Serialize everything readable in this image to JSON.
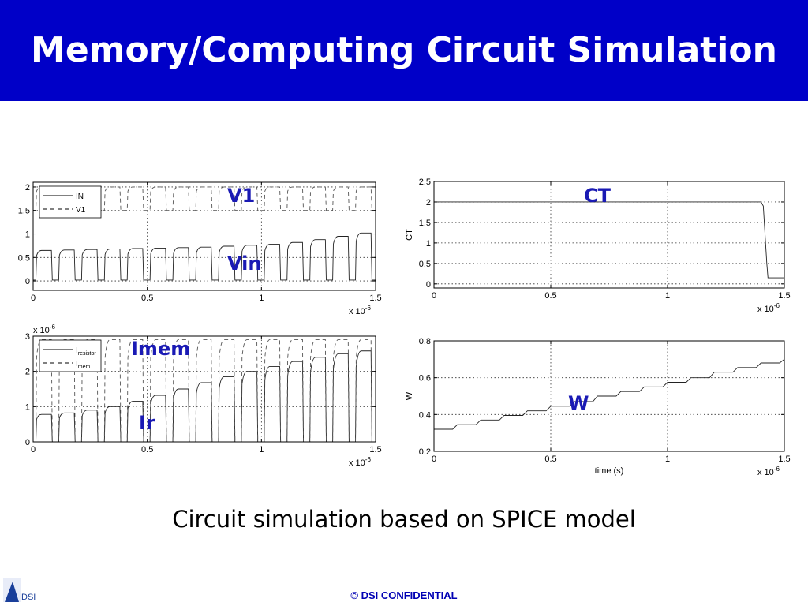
{
  "title": "Memory/Computing Circuit Simulation",
  "caption": "Circuit simulation based on SPICE model",
  "footer": "© DSI CONFIDENTIAL",
  "logo": {
    "text": "DSI"
  },
  "colors": {
    "title_background": "#0000c8",
    "annotation_text": "#1a1ab4",
    "footer_text": "#0000b4"
  },
  "chart_data": [
    {
      "type": "line",
      "xlim": [
        0,
        1.5
      ],
      "ylim": [
        -0.2,
        2.1
      ],
      "xticks": [
        "0",
        "0.5",
        "1",
        "1.5"
      ],
      "yticks": [
        "0",
        "0.5",
        "1",
        "1.5",
        "2"
      ],
      "x_multiplier": "x 10^-6",
      "grid": true,
      "legend_position": "top-left",
      "series": [
        {
          "name": "IN",
          "style": "solid",
          "description": "pulses",
          "pulse_count": 15,
          "period": 0.1,
          "low": 0.02,
          "high": [
            0.65,
            0.66,
            0.67,
            0.68,
            0.69,
            0.7,
            0.71,
            0.72,
            0.74,
            0.76,
            0.78,
            0.82,
            0.88,
            0.95,
            1.02
          ]
        },
        {
          "name": "V1",
          "style": "dashed",
          "description": "pulses",
          "pulse_count": 15,
          "period": 0.1,
          "low": 1.5,
          "high": [
            2.0,
            2.0,
            2.0,
            2.0,
            2.0,
            2.0,
            2.0,
            2.0,
            2.0,
            2.0,
            2.0,
            2.0,
            2.0,
            2.0,
            2.0
          ]
        }
      ],
      "annotations": [
        "V1",
        "Vin"
      ]
    },
    {
      "type": "line",
      "xlim": [
        0,
        1.5
      ],
      "ylim": [
        0,
        3
      ],
      "xticks": [
        "0",
        "0.5",
        "1",
        "1.5"
      ],
      "yticks": [
        "0",
        "1",
        "2",
        "3"
      ],
      "x_multiplier": "x 10^-6",
      "y_multiplier": "x 10^-6",
      "grid": true,
      "legend_position": "top-left",
      "series": [
        {
          "name": "I",
          "name_subscript": "resistor",
          "style": "solid",
          "description": "current pulses",
          "pulse_count": 15,
          "period": 0.1,
          "low": 0,
          "high": [
            0.78,
            0.82,
            0.9,
            1.0,
            1.15,
            1.32,
            1.5,
            1.68,
            1.85,
            2.0,
            2.14,
            2.28,
            2.4,
            2.5,
            2.58
          ]
        },
        {
          "name": "I",
          "name_subscript": "mem",
          "style": "dashed",
          "description": "current pulses",
          "pulse_count": 15,
          "period": 0.1,
          "low": 0,
          "high": [
            2.9,
            2.9,
            2.9,
            2.9,
            2.9,
            2.9,
            2.9,
            2.9,
            2.9,
            2.9,
            2.9,
            2.9,
            2.9,
            2.9,
            2.9
          ]
        }
      ],
      "annotations": [
        "Imem",
        "Ir"
      ]
    },
    {
      "type": "line",
      "xlim": [
        0,
        1.5
      ],
      "ylim": [
        -0.1,
        2.5
      ],
      "xticks": [
        "0",
        "0.5",
        "1",
        "1.5"
      ],
      "yticks": [
        "0",
        "0.5",
        "1",
        "1.5",
        "2",
        "2.5"
      ],
      "ylabel": "CT",
      "x_multiplier": "x 10^-6",
      "grid": true,
      "series": [
        {
          "style": "solid",
          "x": [
            0,
            1.4,
            1.41,
            1.425,
            1.43,
            1.45,
            1.5
          ],
          "y": [
            2.0,
            2.0,
            1.9,
            0.5,
            0.15,
            0.15,
            0.15
          ]
        }
      ],
      "annotations": [
        "CT"
      ]
    },
    {
      "type": "line",
      "xlim": [
        0,
        1.5
      ],
      "ylim": [
        0.2,
        0.8
      ],
      "xticks": [
        "0",
        "0.5",
        "1",
        "1.5"
      ],
      "yticks": [
        "0.2",
        "0.4",
        "0.6",
        "0.8"
      ],
      "xlabel": "time (s)",
      "ylabel": "W",
      "x_multiplier": "x 10^-6",
      "grid": true,
      "series": [
        {
          "style": "solid",
          "description": "staircase",
          "x": [
            0,
            0.1,
            0.2,
            0.3,
            0.4,
            0.5,
            0.6,
            0.7,
            0.8,
            0.9,
            1.0,
            1.1,
            1.2,
            1.3,
            1.4,
            1.5
          ],
          "y": [
            0.32,
            0.345,
            0.37,
            0.395,
            0.42,
            0.445,
            0.47,
            0.5,
            0.525,
            0.55,
            0.575,
            0.6,
            0.63,
            0.655,
            0.68,
            0.7
          ]
        }
      ],
      "annotations": [
        "W"
      ]
    }
  ]
}
